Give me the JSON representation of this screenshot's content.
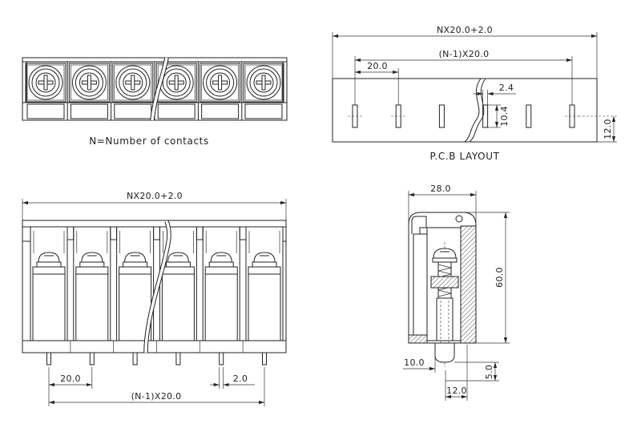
{
  "top_view": {
    "caption": "N=Number of contacts"
  },
  "pcb_layout": {
    "title": "P.C.B LAYOUT",
    "dim_overall": "NX20.0+2.0",
    "dim_span": "(N-1)X20.0",
    "dim_pitch": "20.0",
    "dim_pad_width": "2.4",
    "dim_pad_length": "10.4",
    "dim_edge": "12.0"
  },
  "front_view": {
    "dim_overall": "NX20.0+2.0",
    "dim_pitch": "20.0",
    "dim_pin": "2.0",
    "dim_span": "(N-1)X20.0"
  },
  "side_view": {
    "dim_width": "28.0",
    "dim_height": "60.0",
    "dim_left": "10.0",
    "dim_pin_length": "5.0",
    "dim_bottom": "12.0"
  },
  "colors": {
    "line": "#222222",
    "background": "#ffffff"
  }
}
